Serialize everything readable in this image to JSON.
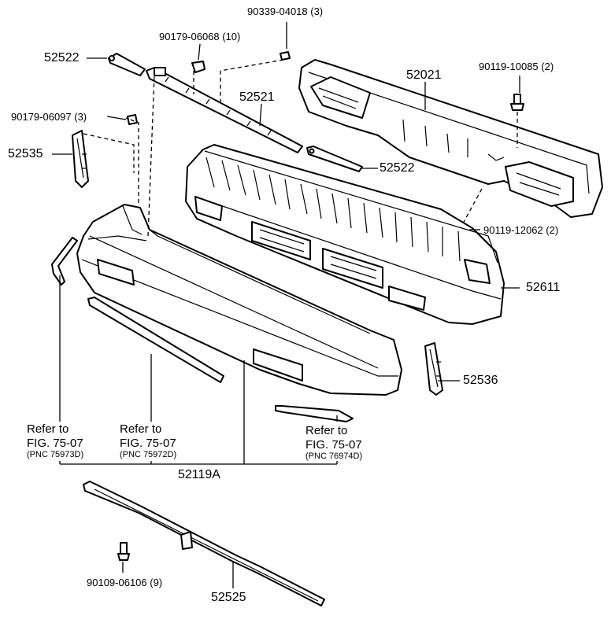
{
  "colors": {
    "ink": "#000000",
    "background": "#ffffff"
  },
  "callouts": {
    "p90339": "90339-04018 (3)",
    "p90179a": "90179-06068 (10)",
    "p52522a": "52522",
    "p52021": "52021",
    "p90119a": "90119-10085 (2)",
    "p52521": "52521",
    "p90179b": "90179-06097 (3)",
    "p52535": "52535",
    "p52522b": "52522",
    "p90119b": "90119-12062 (2)",
    "p52611": "52611",
    "p52536": "52536",
    "p52119a": "52119A",
    "p90109": "90109-06106 (9)",
    "p52525": "52525"
  },
  "references": [
    {
      "refer": "Refer to",
      "fig": "FIG. 75-07",
      "pnc": "(PNC 75973D)"
    },
    {
      "refer": "Refer to",
      "fig": "FIG. 75-07",
      "pnc": "(PNC 75972D)"
    },
    {
      "refer": "Refer to",
      "fig": "FIG. 75-07",
      "pnc": "(PNC 76974D)"
    }
  ]
}
